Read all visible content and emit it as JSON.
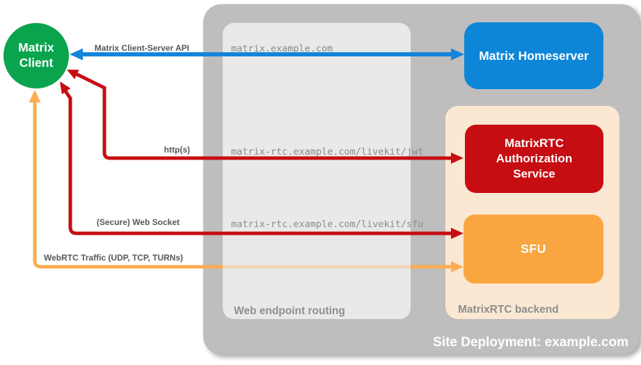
{
  "diagram_title": "Site Deployment: example.com",
  "client": {
    "label": "Matrix Client"
  },
  "site": {
    "caption": "Site Deployment: example.com",
    "routing": {
      "title": "Web endpoint routing",
      "endpoints": [
        "matrix.example.com",
        "matrix-rtc.example.com/livekit/jwt",
        "matrix-rtc.example.com/livekit/sfu"
      ]
    },
    "homeserver": {
      "label": "Matrix Homeserver"
    },
    "backend": {
      "title": "MatrixRTC backend",
      "auth_label": "MatrixRTC Authorization Service",
      "sfu_label": "SFU"
    }
  },
  "arrows": [
    {
      "name": "client-server-api",
      "label": "Matrix Client-Server API",
      "color": "#1384dc",
      "from": "Matrix Client",
      "to": "Matrix Homeserver",
      "bidirectional": true
    },
    {
      "name": "https",
      "label": "http(s)",
      "color": "#c60d12",
      "from": "MatrixRTC Authorization Service",
      "to": "Matrix Client",
      "bidirectional": false
    },
    {
      "name": "secure-web-socket",
      "label": "(Secure) Web Socket",
      "color": "#c60d12",
      "from": "SFU",
      "to": "Matrix Client",
      "bidirectional": false
    },
    {
      "name": "webrtc-traffic",
      "label": "WebRTC Traffic (UDP, TCP, TURNs)",
      "color": "#fbad52",
      "from": "SFU",
      "to": "Matrix Client",
      "bidirectional": false
    }
  ],
  "colors": {
    "client_green": "#0aa44e",
    "homeserver_blue": "#0d86d8",
    "auth_red": "#c60d12",
    "sfu_orange": "#faa640",
    "backend_peach": "#fbe8d2",
    "site_gray": "#bebebe",
    "routing_gray": "#e9e9e9",
    "arrow_blue": "#1384dc",
    "arrow_red": "#c60d12",
    "arrow_orange": "#fbad52",
    "label_gray": "#54585c",
    "mono_gray": "#8a8a8a",
    "zone_title_gray": "#8e8e8e"
  }
}
